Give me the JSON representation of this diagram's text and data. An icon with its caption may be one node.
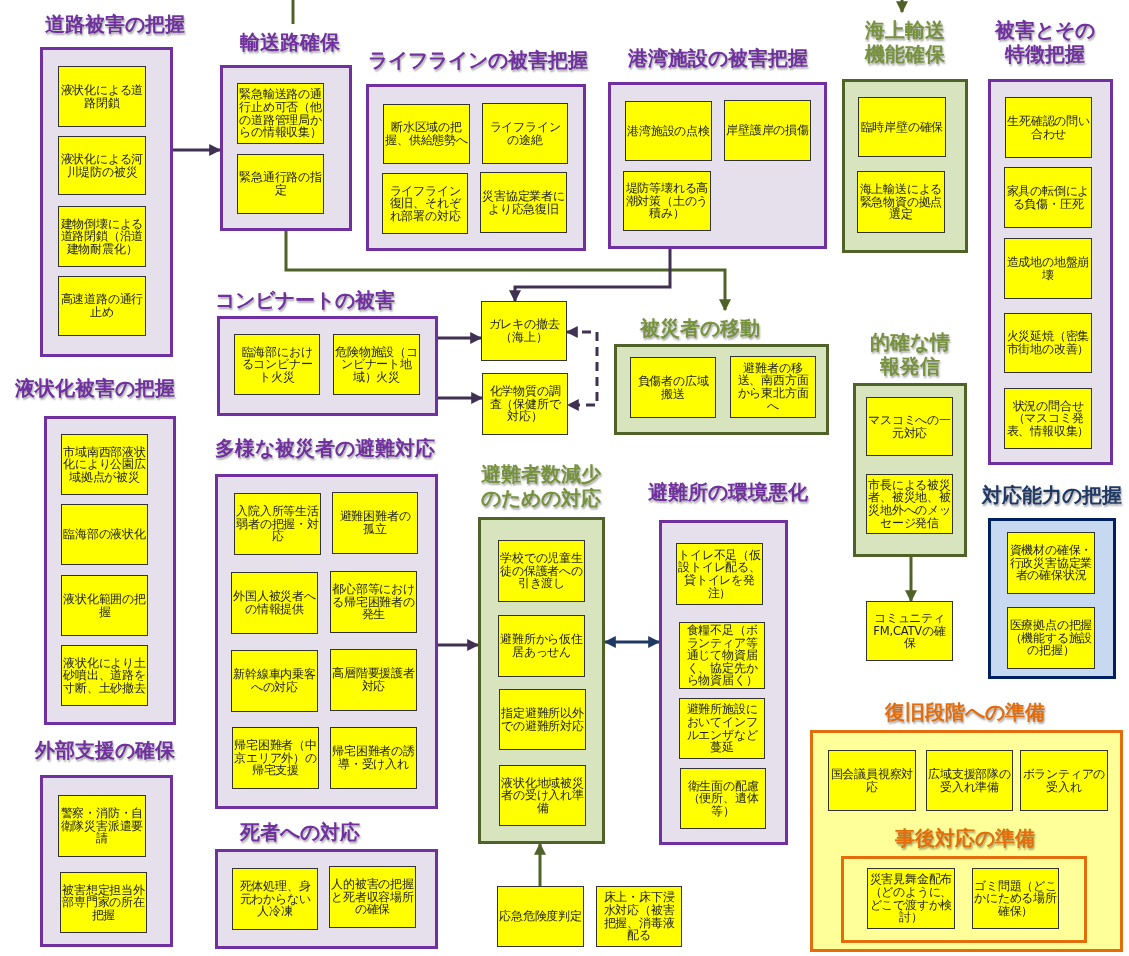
{
  "diagram": {
    "nodes": [
      {
        "text": [
          "道路被害の把握"
        ]
      },
      {
        "text": [
          "液状化による道路閉鎖"
        ],
        "in": 0
      },
      {
        "text": [
          "液状化による河川堤防の被災"
        ],
        "in": 0
      },
      {
        "text": [
          "建物倒壊による道路閉鎖（沿道建物耐震化）"
        ],
        "in": 0
      },
      {
        "text": [
          "高速道路の通行止め"
        ],
        "in": 0
      },
      {
        "text": [
          "輸送路確保"
        ]
      },
      {
        "text": [
          "緊急輸送路の通行止め可否（他の道路管理局からの情報収集）"
        ],
        "in": 5
      },
      {
        "text": [
          "緊急通行路の指定"
        ],
        "in": 5
      },
      {
        "text": [
          "ライフラインの被害把握"
        ]
      },
      {
        "text": [
          "断水区域の把握、供給態勢へ"
        ],
        "in": 8
      },
      {
        "text": [
          "ライフラインの途絶"
        ],
        "in": 8
      },
      {
        "text": [
          "ライフライン復旧、それぞれ部署の対応"
        ],
        "in": 8
      },
      {
        "text": [
          "災害協定業者により応急復旧"
        ],
        "in": 8
      },
      {
        "text": [
          "港湾施設の被害把握"
        ]
      },
      {
        "text": [
          "港湾施設の点検"
        ],
        "in": 13
      },
      {
        "text": [
          "岸壁護岸の損傷"
        ],
        "in": 13
      },
      {
        "text": [
          "堤防等壊れる高潮対策（土のう積み）"
        ],
        "in": 13
      },
      {
        "text": [
          "海上輸送機能確保"
        ]
      },
      {
        "text": [
          "臨時岸壁の確保"
        ],
        "in": 17
      },
      {
        "text": [
          "海上輸送による緊急物資の拠点選定"
        ],
        "in": 17
      },
      {
        "text": [
          "被害とその特徴把握"
        ]
      },
      {
        "text": [
          "生死確認の問い合わせ"
        ],
        "in": 20
      },
      {
        "text": [
          "家具の転倒による負傷・圧死"
        ],
        "in": 20
      },
      {
        "text": [
          "造成地の地盤崩壊"
        ],
        "in": 20
      },
      {
        "text": [
          "火災延焼（密集市街地の改善）"
        ],
        "in": 20
      },
      {
        "text": [
          "状況の問合せ（マスコミ発表、情報収集）"
        ],
        "in": 20
      },
      {
        "text": [
          "コンビナートの被害"
        ]
      },
      {
        "text": [
          "臨海部におけるコンビナート火災"
        ],
        "in": 26
      },
      {
        "text": [
          "危険物施設（コンビナート地域）火災"
        ],
        "in": 26
      },
      {
        "text": [
          "ガレキの撤去（海上）"
        ]
      },
      {
        "text": [
          "化学物質の調査（保健所で対応）"
        ]
      },
      {
        "text": [
          "被災者の移動"
        ]
      },
      {
        "text": [
          "負傷者の広域搬送"
        ],
        "in": 31
      },
      {
        "text": [
          "避難者の移送、南西方面から東北方面へ"
        ],
        "in": 31
      },
      {
        "text": [
          "的確な情報発信"
        ]
      },
      {
        "text": [
          "マスコミへの一元対応"
        ],
        "in": 34
      },
      {
        "text": [
          "市長による被災者、被災地、被災地外へのメッセージ発信"
        ],
        "in": 34
      },
      {
        "text": [
          "コミュニティFM,CATVの確保"
        ]
      },
      {
        "text": [
          "液状化被害の把握"
        ]
      },
      {
        "text": [
          "市域南西部液状化により公園広域拠点が被災"
        ],
        "in": 38
      },
      {
        "text": [
          "臨海部の液状化"
        ],
        "in": 38
      },
      {
        "text": [
          "液状化範囲の把握"
        ],
        "in": 38
      },
      {
        "text": [
          "液状化により土砂噴出、道路を寸断、土砂撤去"
        ],
        "in": 38
      },
      {
        "text": [
          "多様な被災者の避難対応"
        ]
      },
      {
        "text": [
          "入院入所等生活弱者の把握・対応"
        ],
        "in": 43
      },
      {
        "text": [
          "避難困難者の孤立"
        ],
        "in": 43
      },
      {
        "text": [
          "外国人被災者への情報提供"
        ],
        "in": 43
      },
      {
        "text": [
          "都心部等における帰宅困難者の発生"
        ],
        "in": 43
      },
      {
        "text": [
          "新幹線車内乗客への対応"
        ],
        "in": 43
      },
      {
        "text": [
          "高層階要援護者対応"
        ],
        "in": 43
      },
      {
        "text": [
          "帰宅困難者（中京エリア外）の帰宅支援"
        ],
        "in": 43
      },
      {
        "text": [
          "帰宅困難者の誘導・受け入れ"
        ],
        "in": 43
      },
      {
        "text": [
          "避難者数減少のための対応"
        ]
      },
      {
        "text": [
          "学校での児童生徒の保護者への引き渡し"
        ],
        "in": 52
      },
      {
        "text": [
          "避難所から仮住居あっせん"
        ],
        "in": 52
      },
      {
        "text": [
          "指定避難所以外での避難所対応"
        ],
        "in": 52
      },
      {
        "text": [
          "液状化地域被災者の受け入れ準備"
        ],
        "in": 52
      },
      {
        "text": [
          "避難所の環境悪化"
        ]
      },
      {
        "text": [
          "トイレ不足（仮設トイレ配る、貸トイレを発注）"
        ],
        "in": 57
      },
      {
        "text": [
          "食糧不足（ボランティア等通じて物資届く、協定先から物資届く）"
        ],
        "in": 57
      },
      {
        "text": [
          "避難所施設においてインフルエンザなど蔓延"
        ],
        "in": 57
      },
      {
        "text": [
          "衛生面の配慮（便所、遺体等）"
        ],
        "in": 57
      },
      {
        "text": [
          "対応能力の把握"
        ]
      },
      {
        "text": [
          "資機材の確保・行政災害協定業者の確保状況"
        ],
        "in": 62
      },
      {
        "text": [
          "医療拠点の把握（機能する施設の把握）"
        ],
        "in": 62
      },
      {
        "text": [
          "復旧段階への準備"
        ]
      },
      {
        "text": [
          "国会議員視察対応"
        ],
        "in": 65
      },
      {
        "text": [
          "広域支援部隊の受入れ準備"
        ],
        "in": 65
      },
      {
        "text": [
          "ボランティアの受入れ"
        ],
        "in": 65
      },
      {
        "text": [
          "事後対応の準備"
        ],
        "in": 65
      },
      {
        "text": [
          "災害見舞金配布（どのように、どこで渡すか検討）"
        ],
        "in": 69
      },
      {
        "text": [
          "ゴミ問題（どこかにためる場所確保）"
        ],
        "in": 69
      },
      {
        "text": [
          "外部支援の確保"
        ]
      },
      {
        "text": [
          "警察・消防・自衛隊災害派遣要請"
        ],
        "in": 72
      },
      {
        "text": [
          "被害想定担当外部専門家の所在把握"
        ],
        "in": 72
      },
      {
        "text": [
          "死者への対応"
        ]
      },
      {
        "text": [
          "死体処理、身元わからない人冷凍"
        ],
        "in": 75
      },
      {
        "text": [
          "人的被害の把握と死者収容場所の確保"
        ],
        "in": 75
      },
      {
        "text": [
          "応急危険度判定"
        ]
      },
      {
        "text": [
          "床上・床下浸水対応（被害把握、消毒液配る"
        ]
      }
    ],
    "edges": [
      {
        "from": null,
        "to": 5,
        "arrow": "none",
        "color": "#4f6228"
      },
      {
        "from": null,
        "to": 17,
        "arrow": "to",
        "color": "#4f6228"
      },
      {
        "from": 0,
        "to": 5,
        "arrow": "to"
      },
      {
        "from": 5,
        "to": 31,
        "arrow": "to",
        "color": "#4f6228"
      },
      {
        "from": 13,
        "to": 29,
        "arrow": "to"
      },
      {
        "from": 26,
        "to": 29,
        "arrow": "to"
      },
      {
        "from": 26,
        "to": 30,
        "arrow": "to"
      },
      {
        "from": 29,
        "to": 30,
        "arrow": "both",
        "style": "dashed"
      },
      {
        "from": 43,
        "to": 52,
        "arrow": "to"
      },
      {
        "from": 52,
        "to": 57,
        "arrow": "both",
        "color": "#1f3864"
      },
      {
        "from": 78,
        "to": 52,
        "arrow": "to",
        "color": "#4f6228"
      },
      {
        "from": 34,
        "to": 37,
        "arrow": "to",
        "color": "#4f6228"
      }
    ]
  }
}
